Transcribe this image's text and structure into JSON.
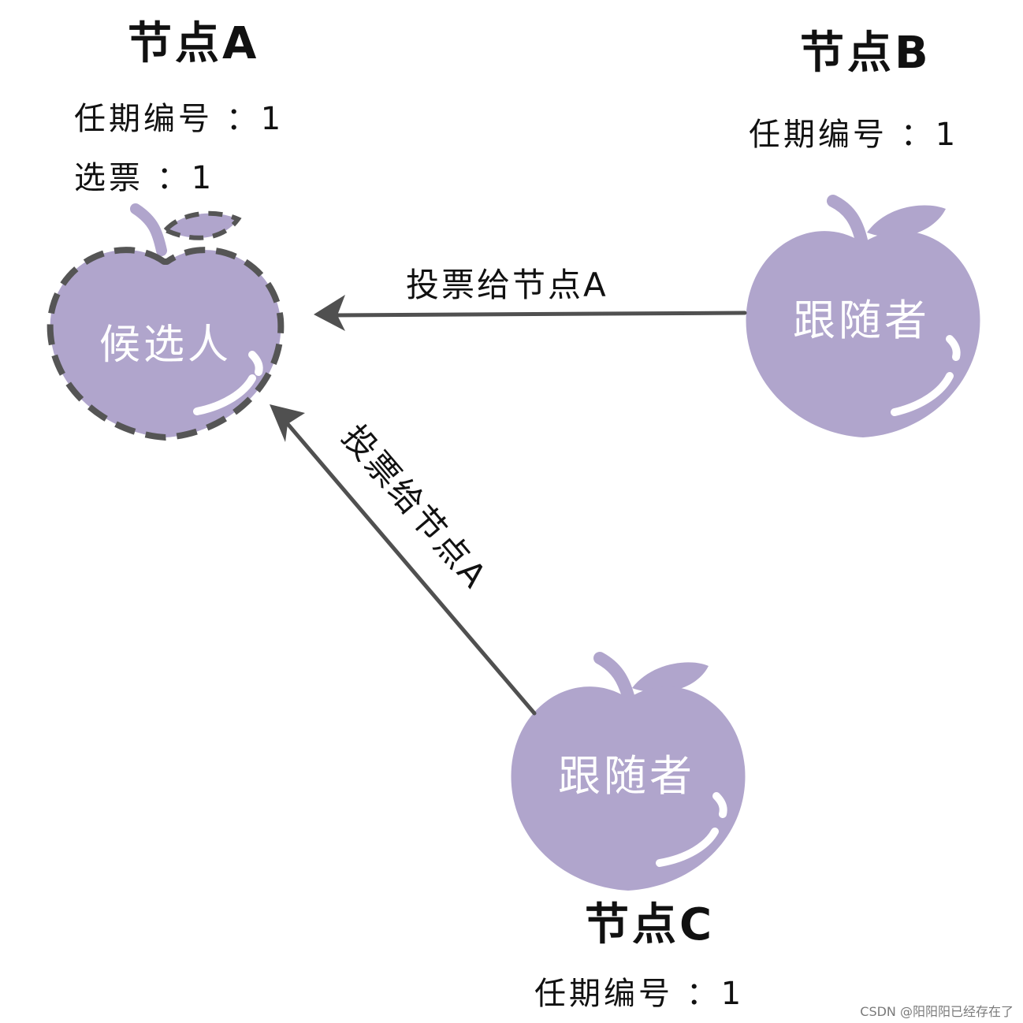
{
  "colors": {
    "apple_fill": "#b0a5cc",
    "apple_text": "#ffffff",
    "arrow": "#505050",
    "candidate_border": "#555555"
  },
  "node_a": {
    "title": "节点A",
    "term": "任期编号 ：1",
    "votes": "选票 ：1",
    "role": "候选人"
  },
  "node_b": {
    "title": "节点B",
    "term": "任期编号 ：1",
    "role": "跟随者"
  },
  "node_c": {
    "title": "节点C",
    "term": "任期编号 ：1",
    "role": "跟随者"
  },
  "edges": {
    "b_to_a": "投票给节点A",
    "c_to_a": "投票给节点A"
  },
  "watermark": "CSDN @阳阳阳已经存在了"
}
